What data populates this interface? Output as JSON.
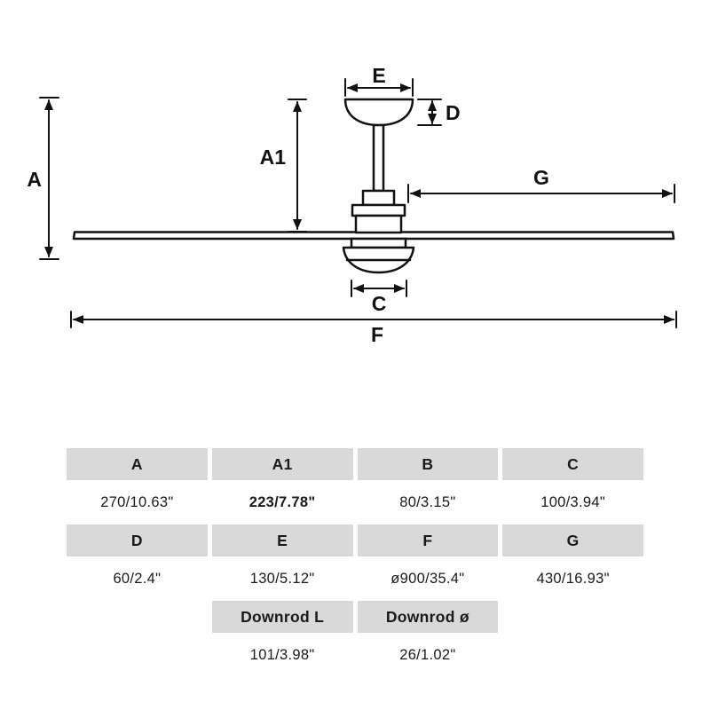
{
  "diagram": {
    "labels": {
      "A": "A",
      "A1": "A1",
      "E": "E",
      "D": "D",
      "G": "G",
      "C": "C",
      "F": "F"
    }
  },
  "table": {
    "header_row_1": [
      "A",
      "A1",
      "B",
      "C"
    ],
    "value_row_1": [
      "270/10.63\"",
      "223/7.78\"",
      "80/3.15\"",
      "100/3.94\""
    ],
    "header_row_2": [
      "D",
      "E",
      "F",
      "G"
    ],
    "value_row_2": [
      "60/2.4\"",
      "130/5.12\"",
      "ø900/35.4\"",
      "430/16.93\""
    ],
    "header_row_3": [
      "Downrod L",
      "Downrod ø"
    ],
    "value_row_3": [
      "101/3.98\"",
      "26/1.02\""
    ]
  }
}
